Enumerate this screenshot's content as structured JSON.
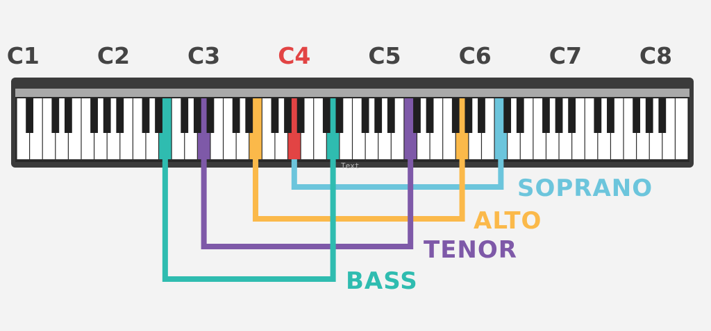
{
  "octaves": [
    {
      "label": "C1",
      "white_index": 0
    },
    {
      "label": "C2",
      "white_index": 7
    },
    {
      "label": "C3",
      "white_index": 14
    },
    {
      "label": "C4",
      "white_index": 21,
      "highlight": true
    },
    {
      "label": "C5",
      "white_index": 28
    },
    {
      "label": "C6",
      "white_index": 35
    },
    {
      "label": "C7",
      "white_index": 42
    },
    {
      "label": "C8",
      "white_index": 49
    }
  ],
  "voices": [
    {
      "name": "SOPRANO",
      "color": "#6cc5dc",
      "low_white_index": 21,
      "high_white_index": 37
    },
    {
      "name": "ALTO",
      "color": "#fbb94a",
      "low_white_index": 18,
      "high_white_index": 34
    },
    {
      "name": "TENOR",
      "color": "#7e59a8",
      "low_white_index": 14,
      "high_white_index": 30
    },
    {
      "name": "BASS",
      "color": "#2fbcb0",
      "low_white_index": 11,
      "high_white_index": 24
    }
  ],
  "middle_c_white_index": 21,
  "watermark": "Text",
  "colors": {
    "middle_c": "#e24444",
    "label_dark": "#444444",
    "piano_frame": "#3b3b3b",
    "piano_panel": "#a9a9a9",
    "white_key": "#ffffff",
    "black_key": "#1f1f1f"
  }
}
